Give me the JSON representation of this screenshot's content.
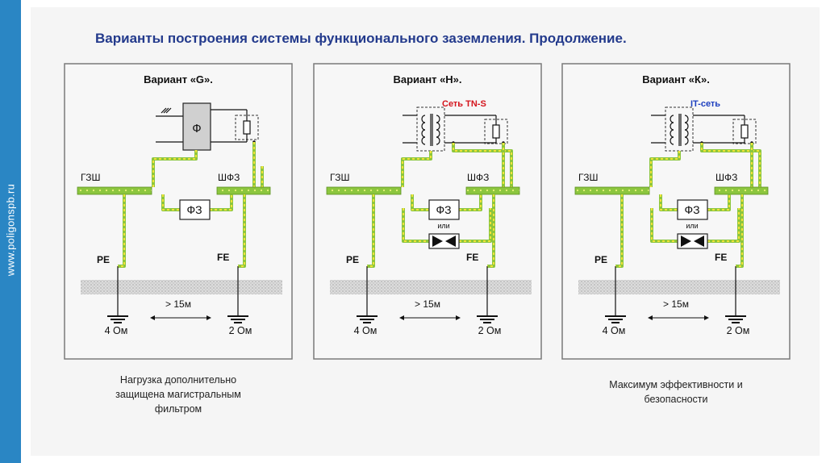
{
  "sidebar": {
    "url": "www.poligonspb.ru"
  },
  "title": "Варианты построения системы функционального заземления. Продолжение.",
  "labels": {
    "gzsh": "ГЗШ",
    "shfz": "ШФЗ",
    "fz": "ФЗ",
    "or": "или",
    "pe": "PE",
    "fe": "FE",
    "distance": "> 15м",
    "ohm_pe": "4 Ом",
    "ohm_fe": "2 Ом",
    "filter": "Ф"
  },
  "variants": [
    {
      "title": "Вариант «G».",
      "network": "",
      "caption": [
        "Нагрузка дополнительно",
        "защищена магистральным",
        "фильтром"
      ]
    },
    {
      "title": "Вариант «Н».",
      "network": "Сеть TN-S",
      "caption": []
    },
    {
      "title": "Вариант «К».",
      "network": "IT-сеть",
      "caption": [
        "Максимум эффективности и",
        "безопасности"
      ]
    }
  ],
  "colors": {
    "sidebar": "#2a86c4",
    "title": "#233a8c",
    "bus": "#8cc63e",
    "wire_green": "#8cc63e",
    "wire_yellow": "#f2e33a",
    "tn_s": "#d4141c",
    "it": "#1d3fbf"
  }
}
